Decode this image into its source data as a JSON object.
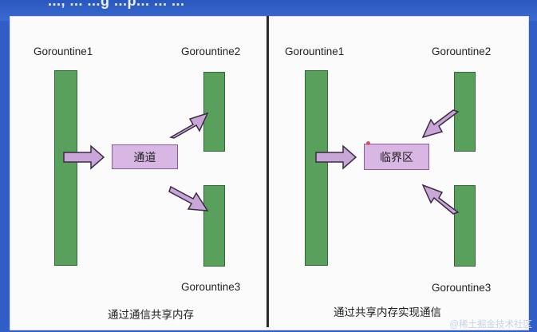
{
  "header": {
    "partial_text": "..., ... ...g ...p... ... ..."
  },
  "left_diagram": {
    "goroutine_left": "Gorountine1",
    "goroutine_top_right": "Gorountine2",
    "goroutine_bottom_right": "Gorountine3",
    "channel_label": "通道",
    "caption": "通过通信共享内存"
  },
  "right_diagram": {
    "goroutine_left": "Gorountine1",
    "goroutine_top_right": "Gorountine2",
    "goroutine_bottom_right": "Gorountine3",
    "critical_section_label": "临界区",
    "caption": "通过共享内存实现通信"
  },
  "watermark": "@稀土掘金技术社区",
  "colors": {
    "goroutine_bar": "#5aa05d",
    "arrow_fill": "#c9a6d8",
    "box_fill": "#d9b7e4",
    "background": "#2f5fc6"
  }
}
